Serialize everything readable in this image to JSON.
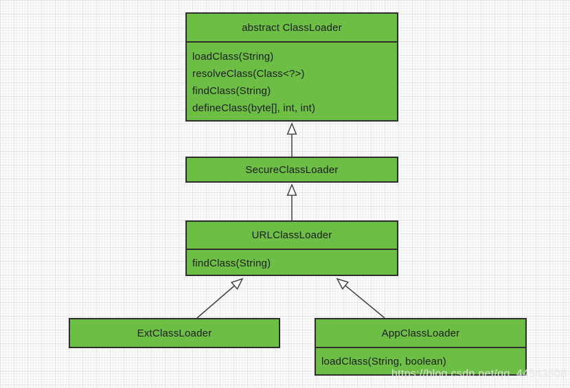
{
  "diagram": {
    "type": "uml-class-inheritance",
    "colors": {
      "node_fill": "#6cbe45",
      "node_border": "#2d2d2d",
      "arrow": "#3f3f3f",
      "text": "#1c1c1c",
      "background_grid": "#e4e4e6"
    },
    "classes": {
      "abstract_classloader": {
        "title": "abstract ClassLoader",
        "methods": [
          "loadClass(String)",
          "resolveClass(Class<?>)",
          "findClass(String)",
          "defineClass(byte[], int, int)"
        ]
      },
      "secure_classloader": {
        "title": "SecureClassLoader",
        "methods": []
      },
      "url_classloader": {
        "title": "URLClassLoader",
        "methods": [
          "findClass(String)"
        ]
      },
      "ext_classloader": {
        "title": "ExtClassLoader",
        "methods": []
      },
      "app_classloader": {
        "title": "AppClassLoader",
        "methods": [
          "loadClass(String, boolean)"
        ]
      }
    },
    "relations": [
      {
        "from": "SecureClassLoader",
        "to": "abstract ClassLoader",
        "type": "inheritance"
      },
      {
        "from": "URLClassLoader",
        "to": "SecureClassLoader",
        "type": "inheritance"
      },
      {
        "from": "ExtClassLoader",
        "to": "URLClassLoader",
        "type": "inheritance"
      },
      {
        "from": "AppClassLoader",
        "to": "URLClassLoader",
        "type": "inheritance"
      }
    ],
    "watermark": "https://blog.csdn.net/qq_44543508"
  }
}
